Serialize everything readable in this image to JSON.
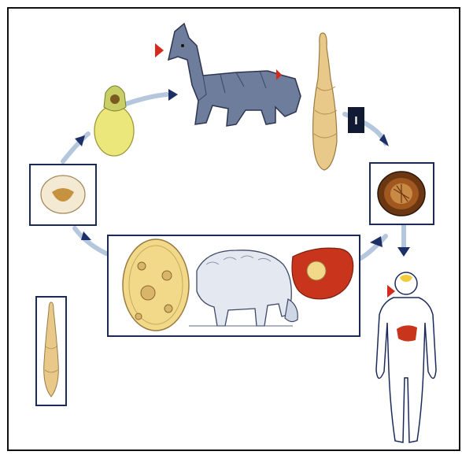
{
  "diagram": {
    "stage_label": "I",
    "colors": {
      "border": "#1a2b5a",
      "cycle_arrow": "#b5c7dd",
      "arrow_head": "#1c2f66",
      "pointer": "#d42a1e",
      "egg_outer": "#6b3712",
      "liver": "#c8341c",
      "cyst": "#f2d98a",
      "worm": "#e9c98a"
    },
    "nodes": [
      {
        "id": "dog",
        "icon": "dog-illustration"
      },
      {
        "id": "adult-worm",
        "icon": "adult-tapeworm-illustration"
      },
      {
        "id": "egg",
        "icon": "egg-illustration"
      },
      {
        "id": "human",
        "icon": "human-silhouette"
      },
      {
        "id": "intermediate-host",
        "icon": "sheep-cyst-liver-panel"
      },
      {
        "id": "protoscolex",
        "icon": "protoscolex-illustration"
      },
      {
        "id": "scolex",
        "icon": "evaginated-scolex-illustration"
      },
      {
        "id": "isolated-worm",
        "icon": "isolated-tapeworm-illustration"
      }
    ]
  }
}
